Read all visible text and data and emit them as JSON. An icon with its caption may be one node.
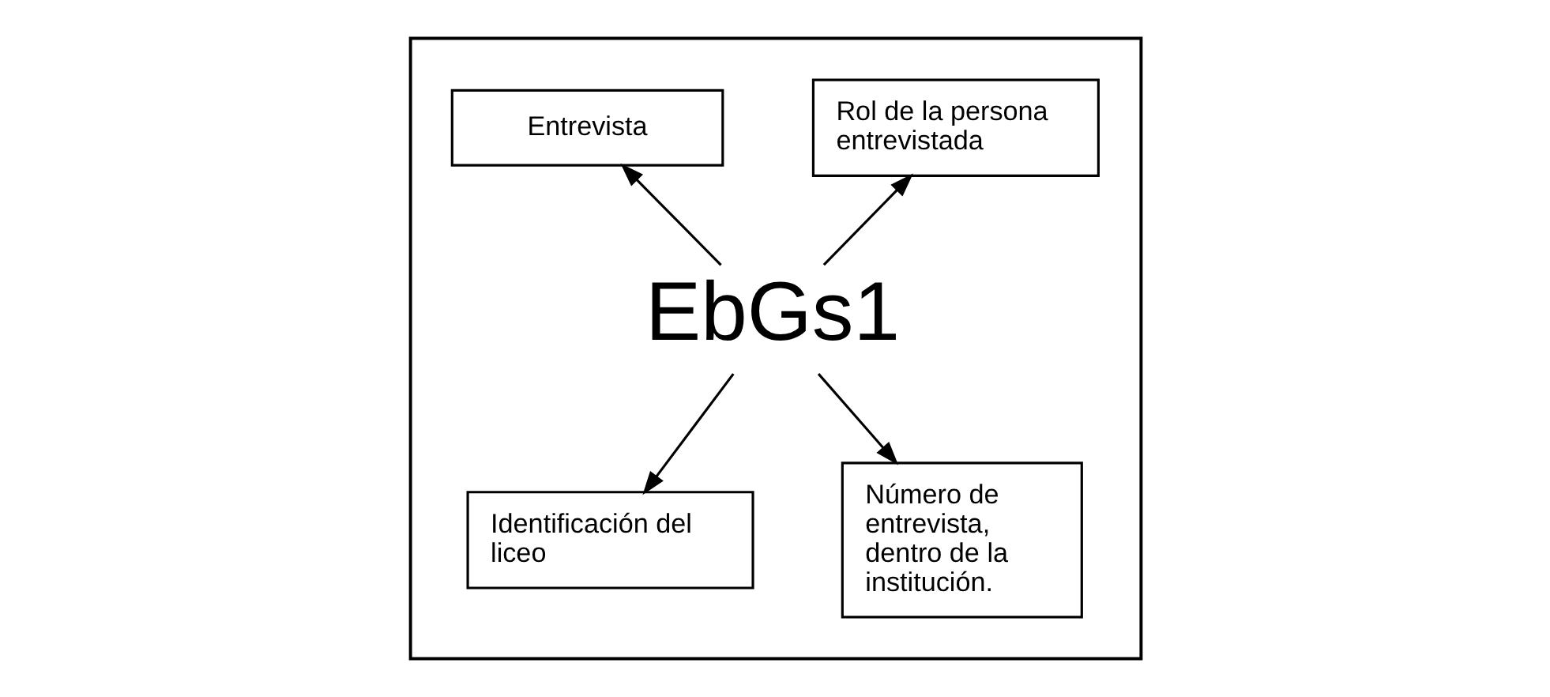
{
  "diagram": {
    "nodes": [
      {
        "text": [],
        "shape": "box"
      },
      {
        "text": [
          "Rol de la persona entrevistada"
        ],
        "in": 0
      },
      {
        "text": [
          "Entrevista"
        ],
        "in": 0
      },
      {
        "text": [
          "EbGs1"
        ],
        "in": 0
      },
      {
        "text": [
          "Identificación del liceo"
        ],
        "in": 0
      },
      {
        "text": [
          "Número de entrevista, dentro de la institución."
        ],
        "in": 0
      }
    ],
    "edges": [
      {
        "from": 3,
        "to": 1,
        "arrow": "to"
      },
      {
        "from": 3,
        "to": 2,
        "arrow": "to"
      },
      {
        "from": 3,
        "to": 4,
        "arrow": "to"
      },
      {
        "from": 3,
        "to": 5,
        "arrow": "to"
      }
    ]
  }
}
